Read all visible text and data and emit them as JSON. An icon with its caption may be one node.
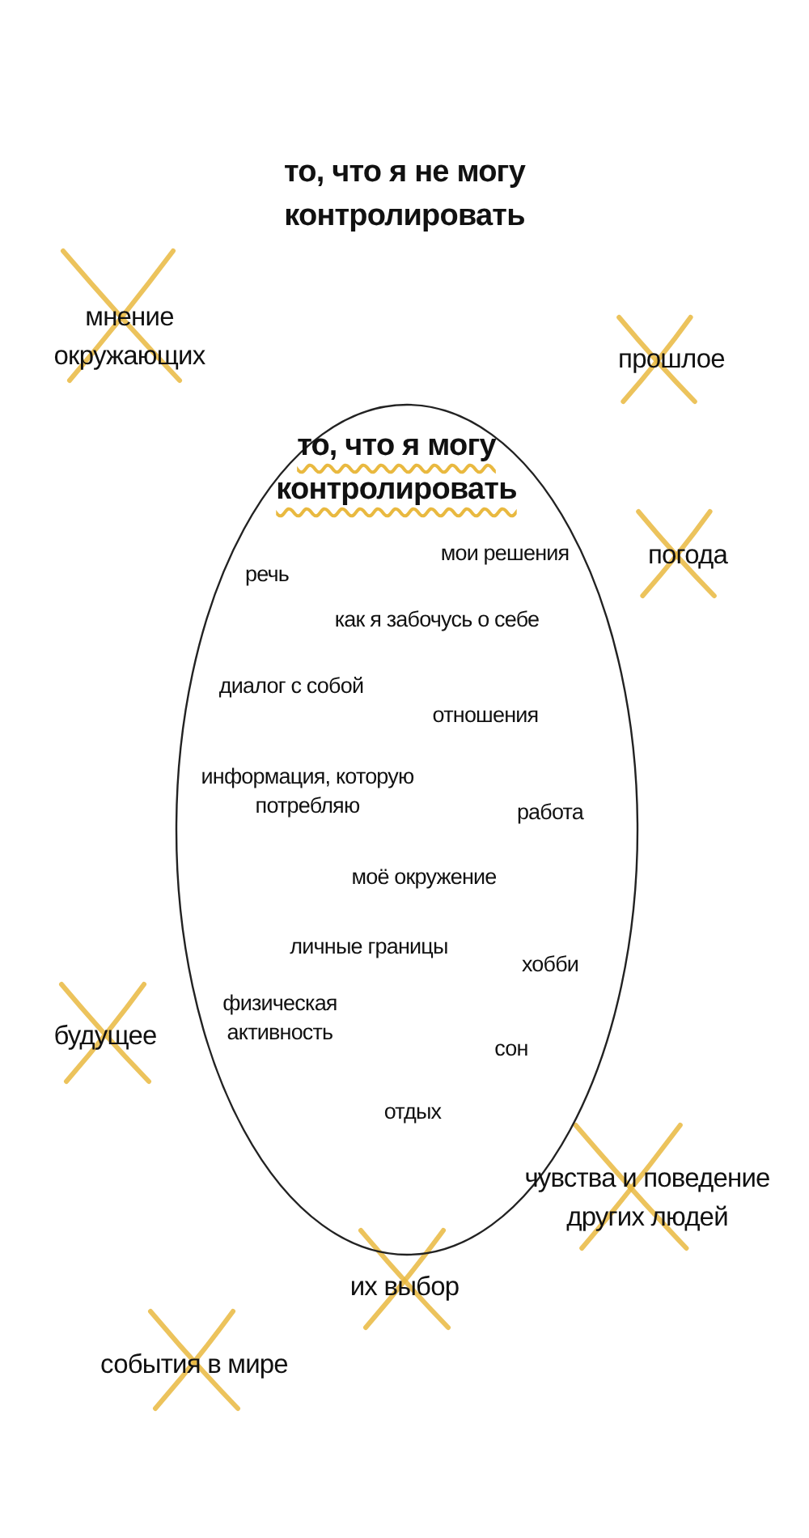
{
  "diagram": {
    "title": "то, что я не могу контролировать",
    "nodes": [
      {
        "text": [
          "то, что я могу контролировать",
          "мои решения",
          "речь",
          "как я забочусь о себе",
          "диалог с собой",
          "отношения",
          "информация, которую потребляю",
          "работа",
          "моё окружение",
          "личные границы",
          "хобби",
          "физическая активность",
          "сон",
          "отдых"
        ]
      }
    ],
    "labels": [
      "мнение окружающих",
      "прошлое",
      "погода",
      "будущее",
      "чувства и поведение других людей",
      "их выбор",
      "события в мире"
    ]
  }
}
